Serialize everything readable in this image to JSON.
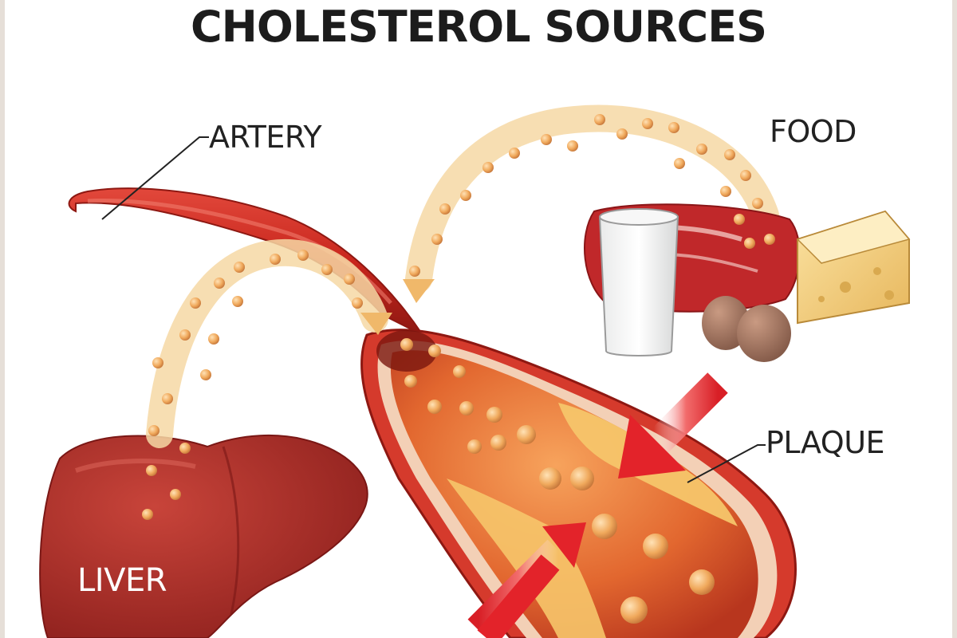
{
  "title": "CHOLESTEROL SOURCES",
  "labels": {
    "artery": "ARTERY",
    "food": "FOOD",
    "plaque": "PLAQUE",
    "liver": "LIVER"
  },
  "colors": {
    "artery": "#c8261d",
    "artery_dark": "#8e1812",
    "liver": "#a52a25",
    "plaque": "#f6c56a",
    "particle": "#f3a85b",
    "arrow_band": "#f6d8a4",
    "red_arrow": "#e3232a"
  },
  "icons": [
    "milk-glass-icon",
    "steak-icon",
    "cheese-icon",
    "egg-icon"
  ]
}
